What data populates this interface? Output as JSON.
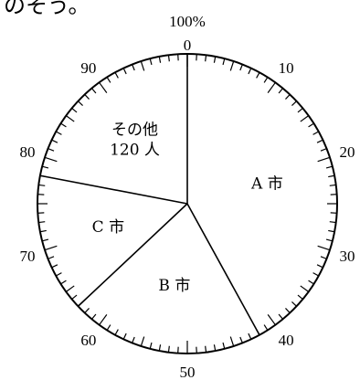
{
  "top_text": "のそう。",
  "chart_data": {
    "type": "pie",
    "percent_marker": "100%",
    "tick_labels": [
      "0",
      "10",
      "20",
      "30",
      "40",
      "50",
      "60",
      "70",
      "80",
      "90"
    ],
    "slices": [
      {
        "name": "A 市",
        "start": 0,
        "end": 42
      },
      {
        "name": "B 市",
        "start": 42,
        "end": 63
      },
      {
        "name": "C 市",
        "start": 63,
        "end": 78
      },
      {
        "name": "その他",
        "note": "120 人",
        "start": 78,
        "end": 100
      }
    ],
    "grid": false
  }
}
